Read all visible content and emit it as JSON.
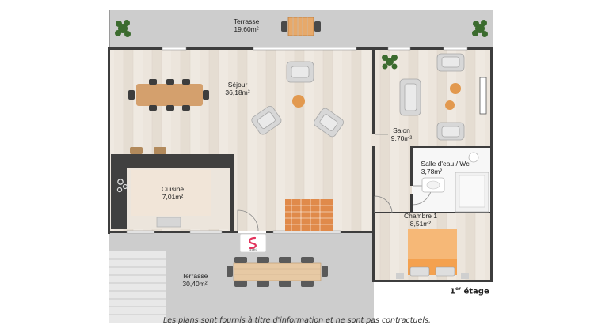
{
  "rooms": {
    "terrasse_top": {
      "name": "Terrasse",
      "area": "19,60m²"
    },
    "sejour": {
      "name": "Séjour",
      "area": "36,18m²"
    },
    "salon": {
      "name": "Salon",
      "area": "9,70m²"
    },
    "salle_eau": {
      "name": "Salle d'eau / Wc",
      "area": "3,78m²"
    },
    "cuisine": {
      "name": "Cuisine",
      "area": "7,01m²"
    },
    "chambre1": {
      "name": "Chambre 1",
      "area": "8,51m²"
    },
    "terrasse_bottom": {
      "name": "Terrasse",
      "area": "30,40m²"
    }
  },
  "floor_label": {
    "prefix": "1",
    "sup": "er",
    "suffix": " étage"
  },
  "logo_text": "safti",
  "disclaimer": "Les plans sont fournis à titre d'information et ne sont pas contractuels.",
  "colors": {
    "wall": "#3d3d3d",
    "terrace": "#cdcdcd",
    "floor_wood": "#e8e0d6",
    "kitchen_dark": "#404040",
    "accent_orange": "#f4a14f",
    "plant": "#3b6b2e"
  }
}
